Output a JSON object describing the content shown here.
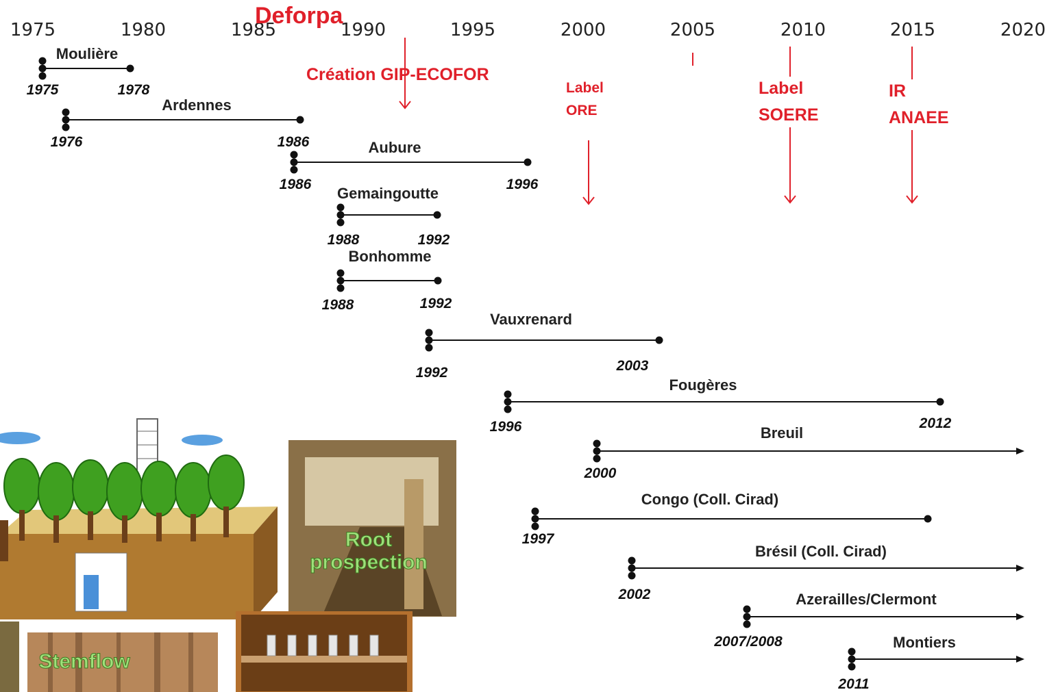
{
  "axis": {
    "years": [
      "1975",
      "1980",
      "1985",
      "1990",
      "1995",
      "2000",
      "2005",
      "2010",
      "2015",
      "2020"
    ]
  },
  "events": [
    {
      "id": "deforpa",
      "label": "Deforpa"
    },
    {
      "id": "gip",
      "label": "Création GIP-ECOFOR"
    },
    {
      "id": "ore",
      "lines": [
        "Label",
        "ORE"
      ]
    },
    {
      "id": "soere",
      "lines": [
        "Label",
        "SOERE"
      ]
    },
    {
      "id": "anaee",
      "lines": [
        "IR",
        "ANAEE"
      ]
    }
  ],
  "sites": [
    {
      "name": "Moulière",
      "start_label": "1975",
      "end_label": "1978",
      "start": 1975,
      "end": 1978,
      "ongoing": false
    },
    {
      "name": "Ardennes",
      "start_label": "1976",
      "end_label": "1986",
      "start": 1976,
      "end": 1986,
      "ongoing": false
    },
    {
      "name": "Aubure",
      "start_label": "1986",
      "end_label": "1996",
      "start": 1986,
      "end": 1996,
      "ongoing": false
    },
    {
      "name": "Gemaingoutte",
      "start_label": "1988",
      "end_label": "1992",
      "start": 1988,
      "end": 1992,
      "ongoing": false
    },
    {
      "name": "Bonhomme",
      "start_label": "1988",
      "end_label": "1992",
      "start": 1988,
      "end": 1992,
      "ongoing": false
    },
    {
      "name": "Vauxrenard",
      "start_label": "1992",
      "end_label": "2003",
      "start": 1992,
      "end": 2003,
      "ongoing": false
    },
    {
      "name": "Fougères",
      "start_label": "1996",
      "end_label": "2012",
      "start": 1996,
      "end": 2012,
      "ongoing": false
    },
    {
      "name": "Breuil",
      "start_label": "2000",
      "end_label": "",
      "start": 2000,
      "end": null,
      "ongoing": true
    },
    {
      "name": "Congo (Coll. Cirad)",
      "start_label": "1997",
      "end_label": "",
      "start": 1997,
      "end": 2015,
      "ongoing": false
    },
    {
      "name": "Brésil (Coll. Cirad)",
      "start_label": "2002",
      "end_label": "",
      "start": 2002,
      "end": null,
      "ongoing": true
    },
    {
      "name": "Azerailles/Clermont",
      "start_label": "2007/2008",
      "end_label": "",
      "start": 2007,
      "end": null,
      "ongoing": true
    },
    {
      "name": "Montiers",
      "start_label": "2011",
      "end_label": "",
      "start": 2011,
      "end": null,
      "ongoing": true
    }
  ],
  "photos": [
    {
      "id": "root",
      "label_lines": [
        "Root",
        "prospection"
      ]
    },
    {
      "id": "stemflow",
      "label_lines": [
        "Stemflow"
      ]
    }
  ],
  "colors": {
    "event_red": "#e0202a",
    "line": "#111111"
  }
}
